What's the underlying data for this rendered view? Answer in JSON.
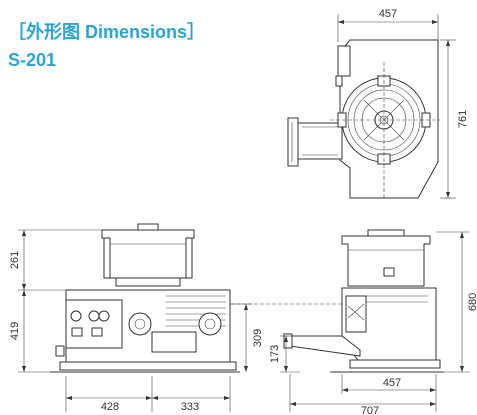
{
  "heading": {
    "title": "［外形图 Dimensions］",
    "model": "S-201"
  },
  "colors": {
    "heading": "#2aa3d6",
    "line": "#333333"
  },
  "dimensions": {
    "top_width": "457",
    "top_depth": "761",
    "front_bowl_height": "261",
    "front_body_height": "419",
    "front_left_width": "428",
    "front_right_width": "333",
    "front_inner_height": "309",
    "side_height": "680",
    "side_lower_height": "173",
    "side_width": "457",
    "side_total_width": "707"
  }
}
